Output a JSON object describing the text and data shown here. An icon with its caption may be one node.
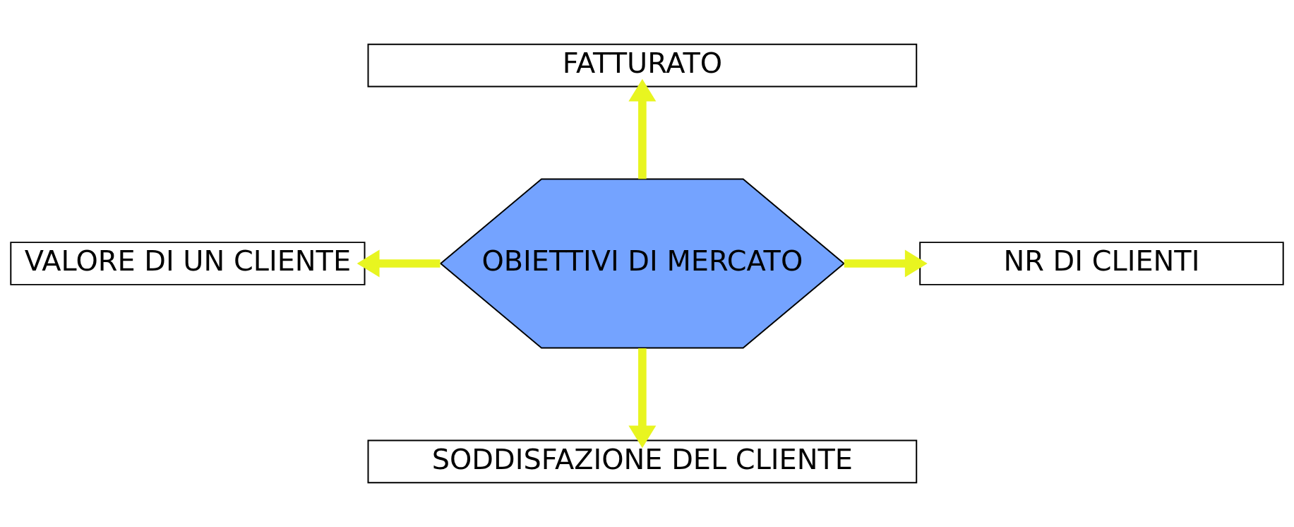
{
  "diagram": {
    "nodes": [
      {
        "text": [
          "FATTURATO"
        ]
      },
      {
        "text": [
          "VALORE DI UN CLIENTE"
        ]
      },
      {
        "text": [
          "OBIETTIVI DI MERCATO"
        ]
      },
      {
        "text": [
          "NR DI CLIENTI"
        ]
      },
      {
        "text": [
          "SODDISFAZIONE DEL CLIENTE"
        ]
      }
    ],
    "edges": [
      {
        "from": 2,
        "to": 0,
        "arrow": "to"
      },
      {
        "from": 2,
        "to": 1,
        "arrow": "to"
      },
      {
        "from": 2,
        "to": 3,
        "arrow": "to"
      },
      {
        "from": 2,
        "to": 4,
        "arrow": "to"
      }
    ]
  }
}
